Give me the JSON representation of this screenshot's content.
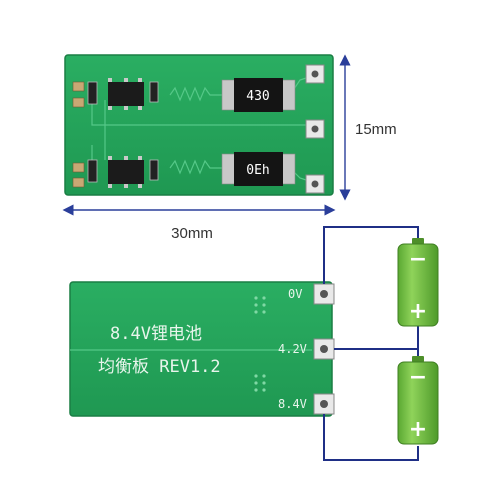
{
  "dimensions": {
    "width_label": "30mm",
    "height_label": "15mm"
  },
  "top_board": {
    "resistor_top_marking": "430",
    "resistor_bottom_marking": "0Eh"
  },
  "bottom_board": {
    "silk_line1": "8.4V锂电池",
    "silk_line2": "均衡板 REV1.2",
    "pad_labels": [
      "0V",
      "4.2V",
      "8.4V"
    ]
  },
  "batteries": {
    "minus_symbol": "−",
    "plus_symbol": "+"
  },
  "colors": {
    "board_green": "#23a45a",
    "board_edge": "#1e8e4c",
    "battery_green": "#74c043",
    "wire_blue": "#1f2f86",
    "arrow_blue": "#2a3e9a"
  }
}
